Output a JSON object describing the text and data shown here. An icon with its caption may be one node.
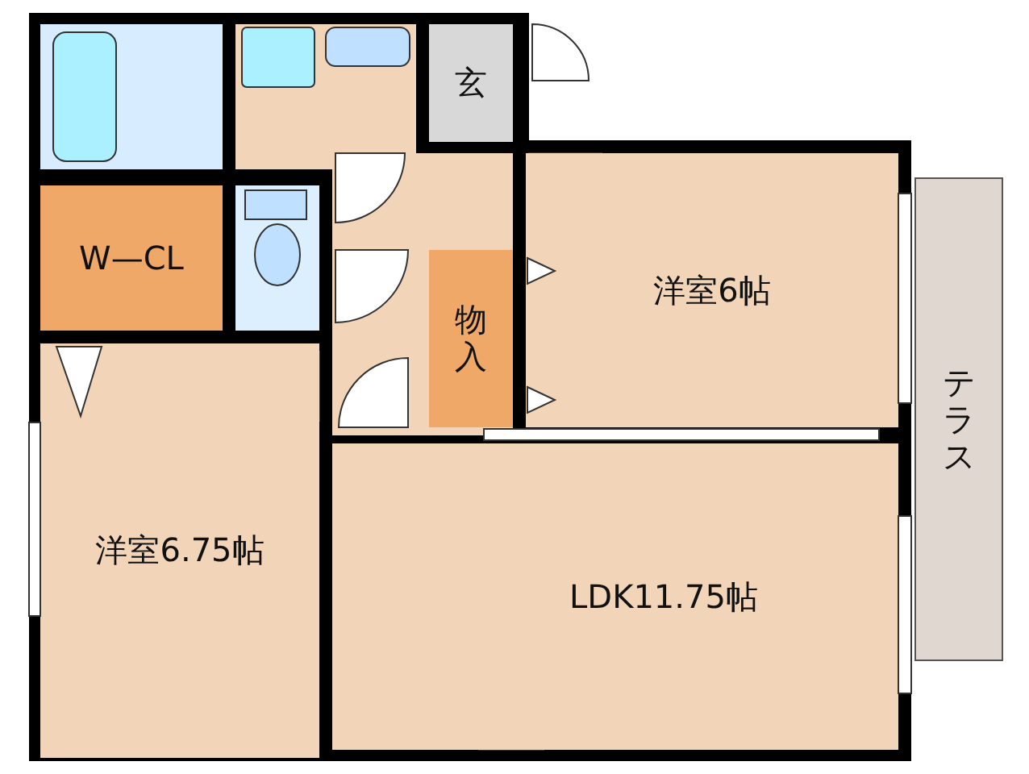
{
  "diagram": {
    "nodes": [
      {
        "text": [
          "玄"
        ]
      },
      {
        "text": [
          "W—CL"
        ]
      },
      {
        "text": [
          "物入"
        ]
      },
      {
        "text": [
          "洋室6帖"
        ]
      },
      {
        "text": [
          "テラス"
        ]
      },
      {
        "text": [
          "洋室6.75帖"
        ]
      },
      {
        "text": [
          "LDK11.75帖"
        ]
      }
    ]
  }
}
